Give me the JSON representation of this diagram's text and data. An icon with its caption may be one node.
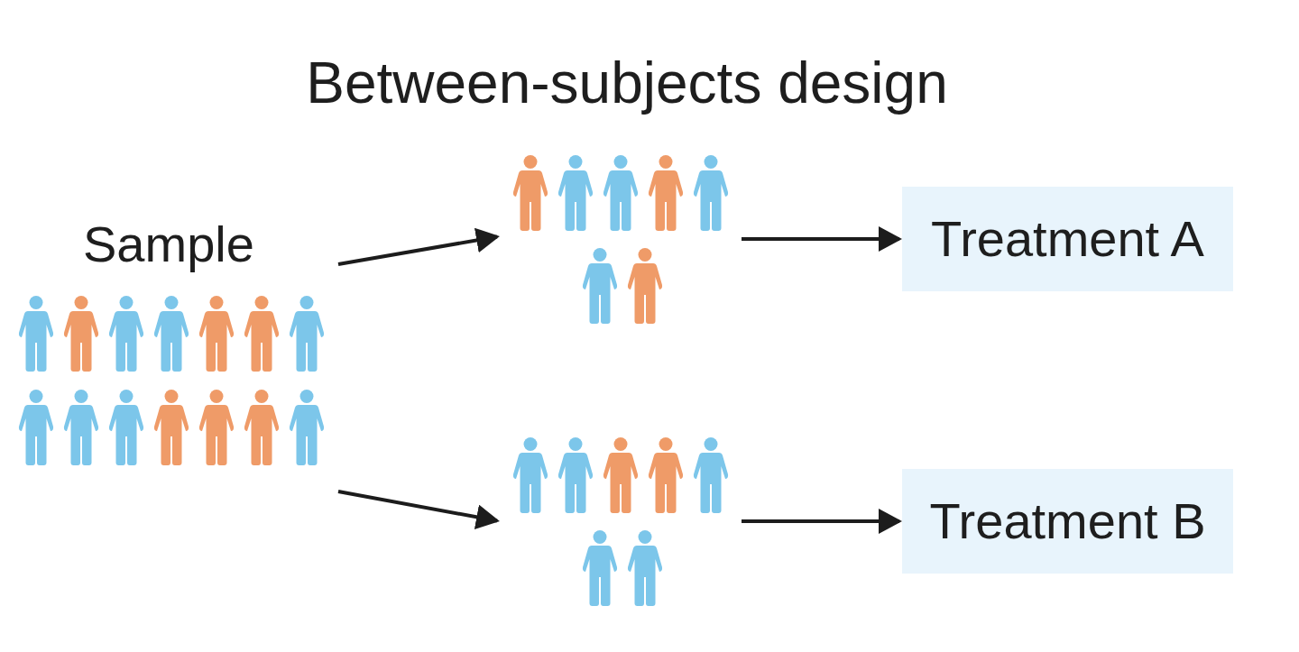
{
  "diagram": {
    "title": "Between-subjects design",
    "nodes": [
      {
        "text": [
          "Sample"
        ]
      },
      {
        "text": [],
        "shape": "picture"
      },
      {
        "text": [
          "Treatment A"
        ]
      },
      {
        "text": [],
        "shape": "picture"
      },
      {
        "text": [
          "Treatment B"
        ]
      }
    ],
    "edges": [
      {
        "from": 0,
        "to": 1,
        "arrow": "to"
      },
      {
        "from": 1,
        "to": 2,
        "arrow": "to"
      },
      {
        "from": 0,
        "to": 3,
        "arrow": "to"
      },
      {
        "from": 3,
        "to": 4,
        "arrow": "to"
      }
    ]
  }
}
